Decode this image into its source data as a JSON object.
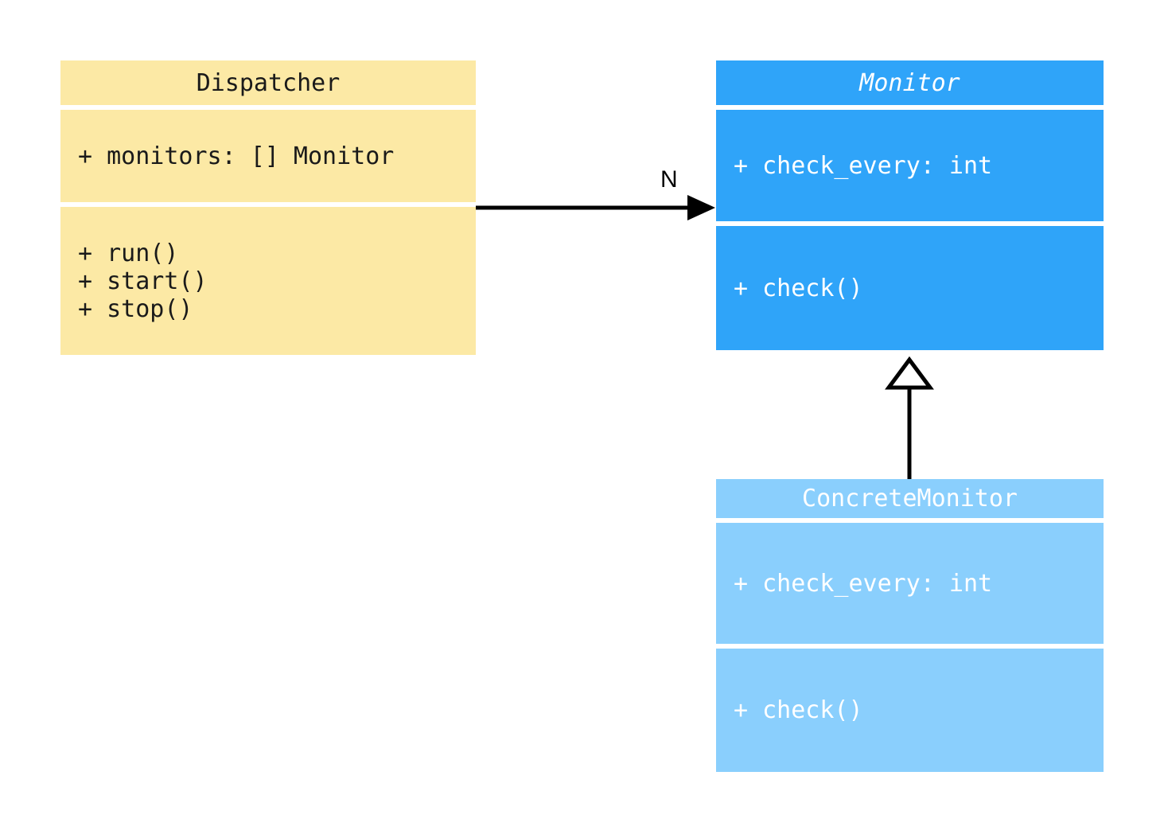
{
  "diagram": {
    "type": "uml-class-diagram",
    "background": "#ffffff",
    "classes": [
      {
        "id": "dispatcher",
        "name": "Dispatcher",
        "abstract": false,
        "fill": "#fce9a5",
        "text_color": "#1a1a1a",
        "attributes": [
          "+ monitors: [] Monitor"
        ],
        "methods": [
          "+ run()",
          "+ start()",
          "+ stop()"
        ]
      },
      {
        "id": "monitor",
        "name": "Monitor",
        "abstract": true,
        "fill": "#2fa4f9",
        "text_color": "#ffffff",
        "attributes": [
          "+ check_every: int"
        ],
        "methods": [
          "+ check()"
        ]
      },
      {
        "id": "concrete_monitor",
        "name": "ConcreteMonitor",
        "abstract": false,
        "fill": "#8acffd",
        "text_color": "#ffffff",
        "attributes": [
          "+ check_every: int"
        ],
        "methods": [
          "+ check()"
        ]
      }
    ],
    "relationships": [
      {
        "id": "dispatcher-to-monitor",
        "kind": "association",
        "from": "Dispatcher",
        "to": "Monitor",
        "arrowhead": "solid-filled",
        "label": "N"
      },
      {
        "id": "concrete-monitor-to-monitor",
        "kind": "generalization",
        "from": "ConcreteMonitor",
        "to": "Monitor",
        "arrowhead": "hollow-triangle",
        "label": ""
      }
    ]
  }
}
